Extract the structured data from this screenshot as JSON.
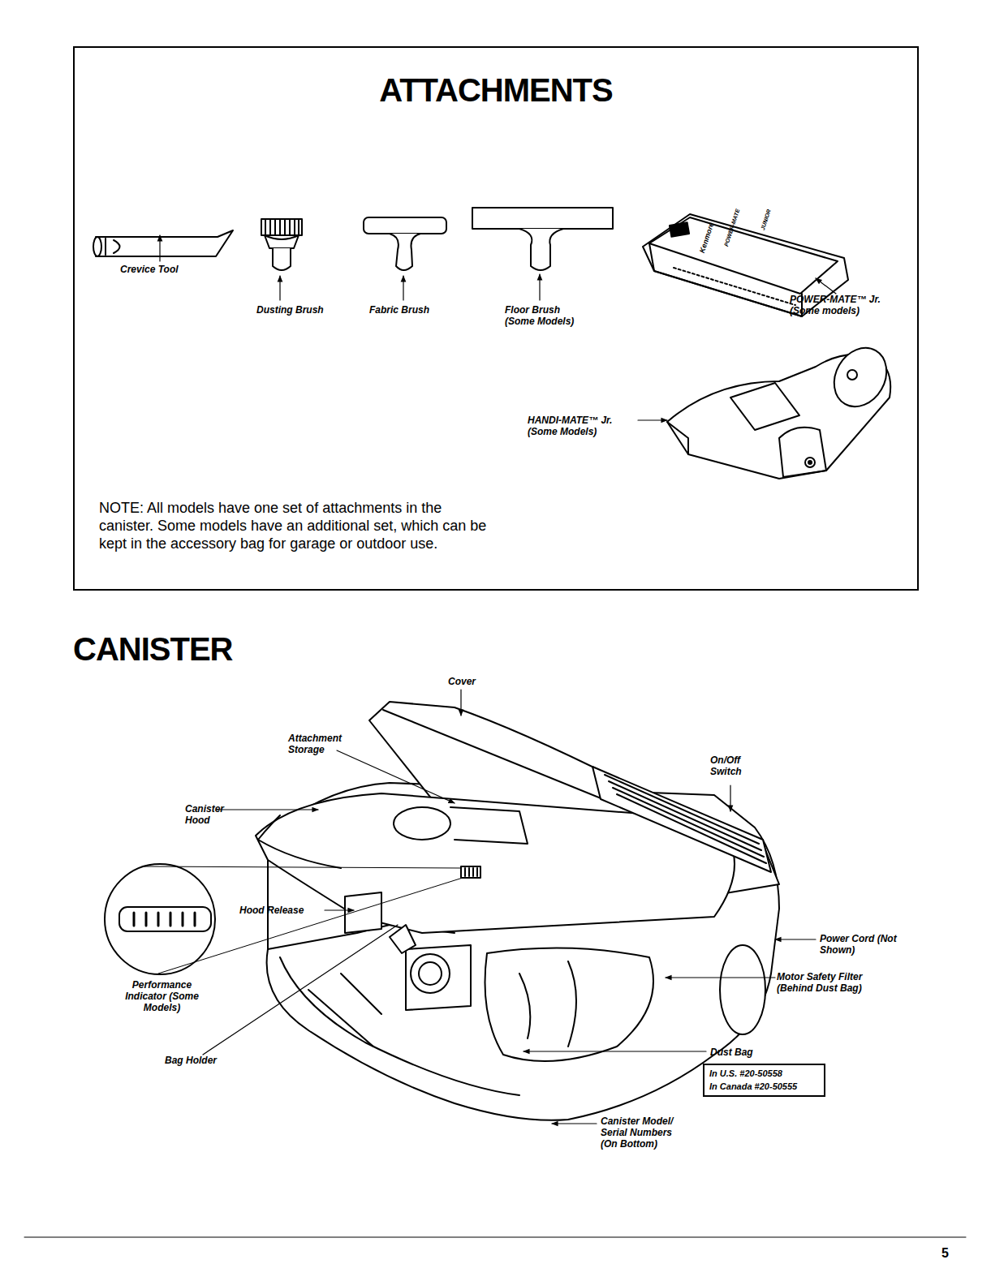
{
  "diagram": {
    "title": "CANISTER",
    "nodes": [
      {
        "text": [
          "ATTACHMENTS",
          "NOTE: All models have one set of attachments in the canister. Some models have an additional set, which can be kept in the accessory bag for garage or outdoor use."
        ]
      },
      {
        "text": [
          "In U.S. #20-50558",
          "In Canada #20-50555"
        ]
      }
    ],
    "labels": [
      "Crevice Tool",
      "Dusting Brush",
      "Fabric Brush",
      "Floor Brush (Some Models)",
      "POWER-MATE™ Jr. (Some models)",
      "HANDI-MATE™ Jr. (Some Models)",
      "Kenmore",
      "POWER-MATE",
      "JUNIOR",
      "Cover",
      "Attachment Storage",
      "On/Off Switch",
      "Canister Hood",
      "Hood Release",
      "Power Cord (Not Shown)",
      "Motor Safety Filter (Behind Dust Bag)",
      "Performance Indicator (Some Models)",
      "Dust Bag",
      "Bag Holder",
      "Canister Model/ Serial Numbers (On Bottom)",
      "5"
    ]
  }
}
